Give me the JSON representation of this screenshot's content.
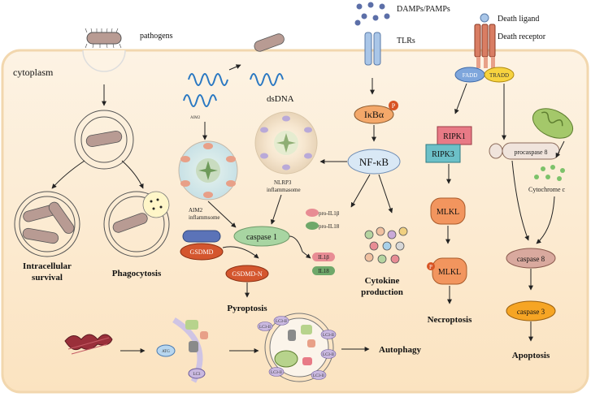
{
  "labels": {
    "cytoplasm": "cytoplasm",
    "pathogens": "pathogens",
    "dsdna": "dsDNA",
    "aim2": "AIM2",
    "aim2_inflammasome_1": "AIM2",
    "aim2_inflammasome_2": "inflammsome",
    "nlrp3_inflammasome_1": "NLRP3",
    "nlrp3_inflammasome_2": "inflammasome",
    "damps": "DAMPs/PAMPs",
    "tlrs": "TLRs",
    "death_ligand": "Death ligand",
    "death_receptor": "Death receptor",
    "fadd": "FADD",
    "tradd": "TRADD",
    "ikba": "IκBα",
    "phospho": "P",
    "nfkb": "NF-κB",
    "ripk1": "RIPK1",
    "ripk3": "RIPK3",
    "mlkl": "MLKL",
    "mlkl_p": "MLKL",
    "procaspase8": "procaspase 8",
    "cytochrome_c": "Cytochrome c",
    "caspase1": "caspase 1",
    "pro_il1b": "pro-IL1β",
    "pro_il18": "pro-IL18",
    "il1b": "IL1β",
    "il18": "IL18",
    "gsdmd": "GSDMD",
    "gsdmd_n": "GSDMD-N",
    "caspase8": "caspase 8",
    "caspase3": "caspase 3",
    "intracellular_survival_1": "Intracellular",
    "intracellular_survival_2": "survival",
    "phagocytosis": "Phagocytosis",
    "pyroptosis": "Pyroptosis",
    "cytokine_production_1": "Cytokine",
    "cytokine_production_2": "production",
    "necroptosis": "Necroptosis",
    "apoptosis": "Apoptosis",
    "autophagy": "Autophagy",
    "atg": "ATG",
    "lc3": "LC3",
    "lc3_ii": "LC3-II"
  },
  "colors": {
    "cell_fill": "#fdf0dc",
    "cell_border": "#f3d9b0",
    "ikba": "#f4a86a",
    "nfkb": "#d9e8f5",
    "ripk1": "#e87a86",
    "ripk3": "#6cc0c8",
    "mlkl": "#f2955e",
    "caspase1": "#a8d5a2",
    "gsdmd": "#d4562e",
    "caspase8": "#d9a99e",
    "caspase3": "#f6a524",
    "tlr": "#a9c6e8",
    "death_receptor": "#d97d63",
    "fadd": "#7ea6dc",
    "tradd": "#f7d33f"
  }
}
